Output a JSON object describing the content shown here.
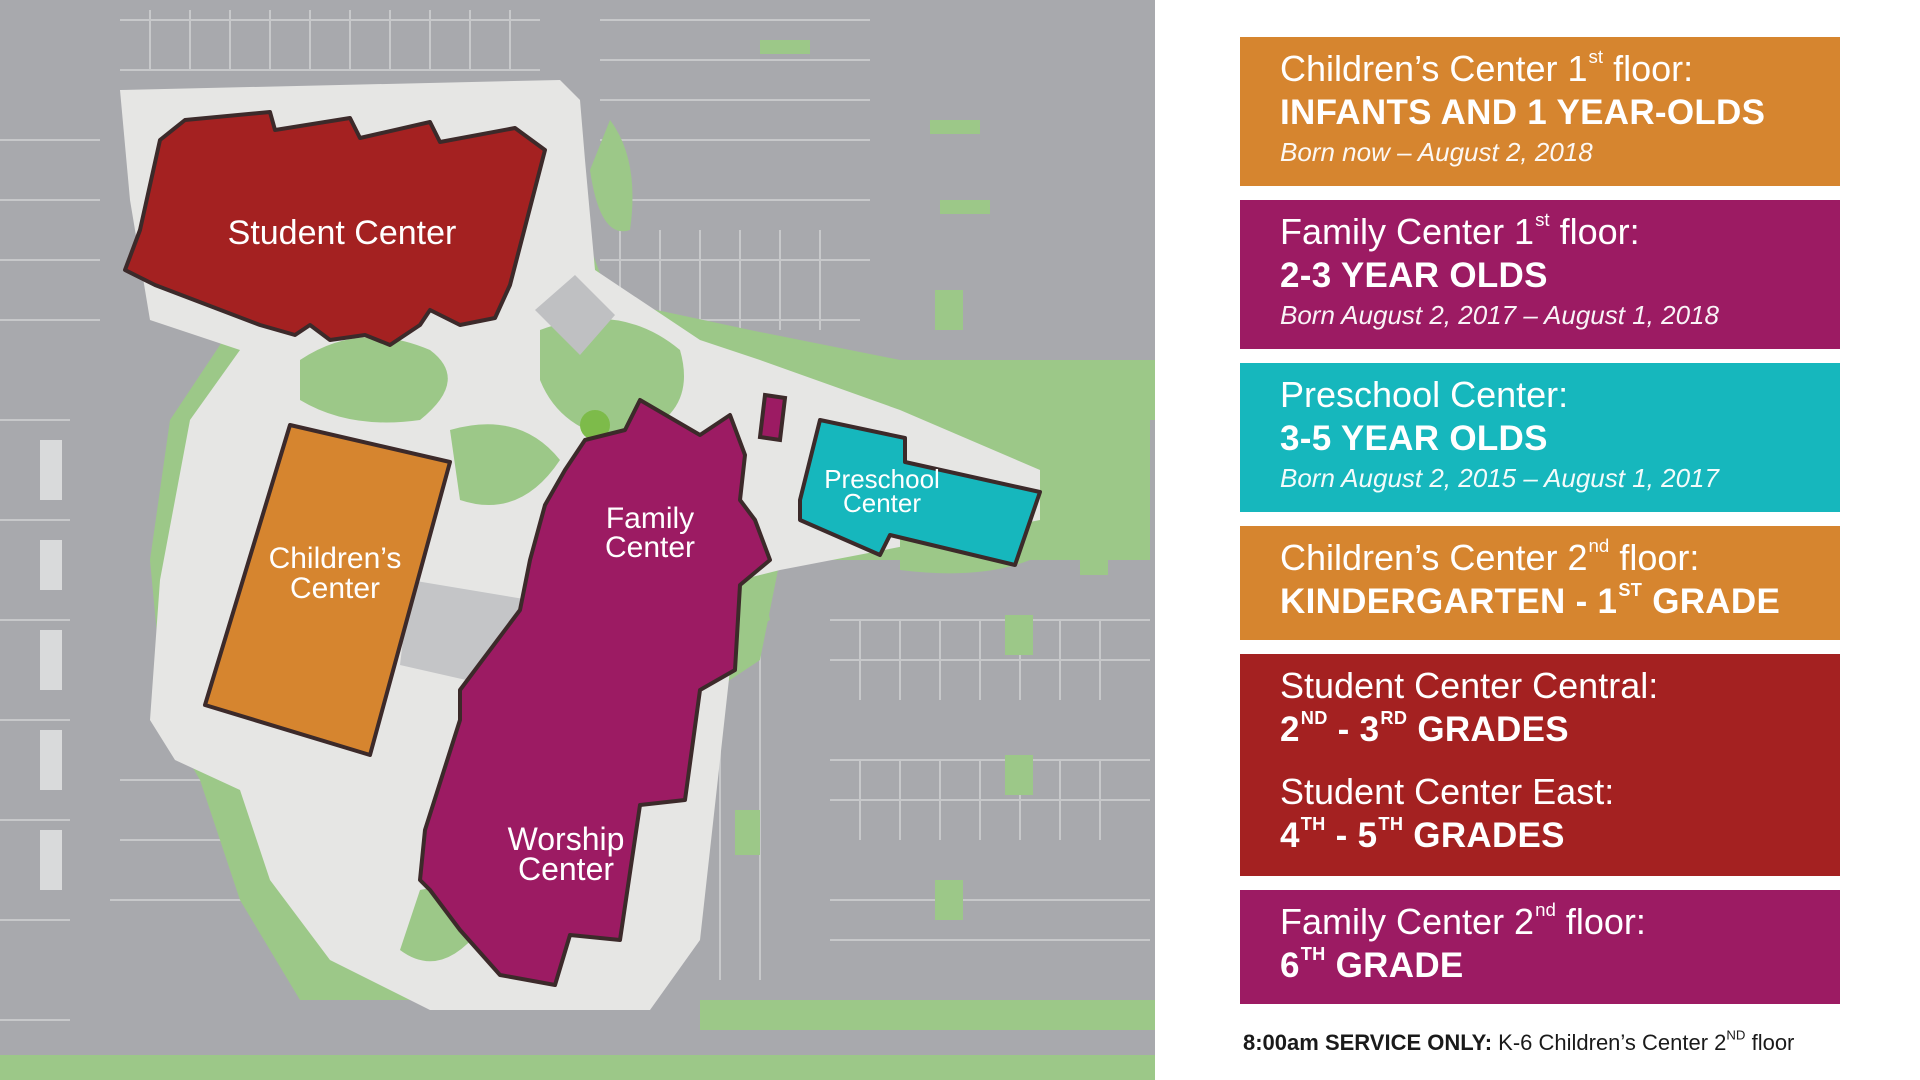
{
  "colors": {
    "orange": "#D6852F",
    "magenta": "#9C1B63",
    "teal": "#16B7BD",
    "red": "#A42121",
    "asphalt": "#A8A9AD",
    "sidewalk": "#E6E6E4",
    "grass": "#9CC888",
    "parking_line": "#C7C8CA"
  },
  "map": {
    "buildings": {
      "student_center": "Student Center",
      "childrens_center": [
        "Children’s",
        "Center"
      ],
      "family_center": [
        "Family",
        "Center"
      ],
      "worship_center": [
        "Worship",
        "Center"
      ],
      "preschool_center": [
        "Preschool",
        "Center"
      ]
    }
  },
  "legend": [
    {
      "id": "childrens-1st",
      "color": "orange",
      "heading": "Children’s Center 1",
      "heading_sup": "st",
      "heading_tail": " floor:",
      "group": "INFANTS AND 1 YEAR-OLDS",
      "dates": "Born now – August 2, 2018"
    },
    {
      "id": "family-1st",
      "color": "magenta",
      "heading": "Family Center 1",
      "heading_sup": "st",
      "heading_tail": " floor:",
      "group": "2-3 YEAR OLDS",
      "dates": "Born August 2, 2017 – August 1, 2018"
    },
    {
      "id": "preschool",
      "color": "teal",
      "heading": "Preschool Center:",
      "group": "3-5 YEAR OLDS",
      "dates": "Born August 2, 2015 – August 1, 2017"
    },
    {
      "id": "childrens-2nd",
      "color": "orange",
      "heading": "Children’s Center 2",
      "heading_sup": "nd",
      "heading_tail": " floor:",
      "group": "KINDERGARTEN - 1",
      "group_sup": "ST",
      "group_tail": " GRADE"
    },
    {
      "id": "student-center",
      "color": "red",
      "heading": "Student Center Central:",
      "group_a": "2",
      "group_a_sup": "ND",
      "group_a_mid": " - 3",
      "group_a_sup2": "RD",
      "group_a_tail": " GRADES",
      "heading2": "Student Center East:",
      "group_b": "4",
      "group_b_sup": "TH",
      "group_b_mid": " - 5",
      "group_b_sup2": "TH",
      "group_b_tail": " GRADES"
    },
    {
      "id": "family-2nd",
      "color": "magenta",
      "heading": "Family Center 2",
      "heading_sup": "nd",
      "heading_tail": " floor:",
      "group": "6",
      "group_sup": "TH",
      "group_tail": " GRADE"
    }
  ],
  "note": {
    "bold": "8:00am SERVICE ONLY:",
    "text": " K-6 Children’s Center 2",
    "sup": "ND",
    "tail": " floor"
  }
}
